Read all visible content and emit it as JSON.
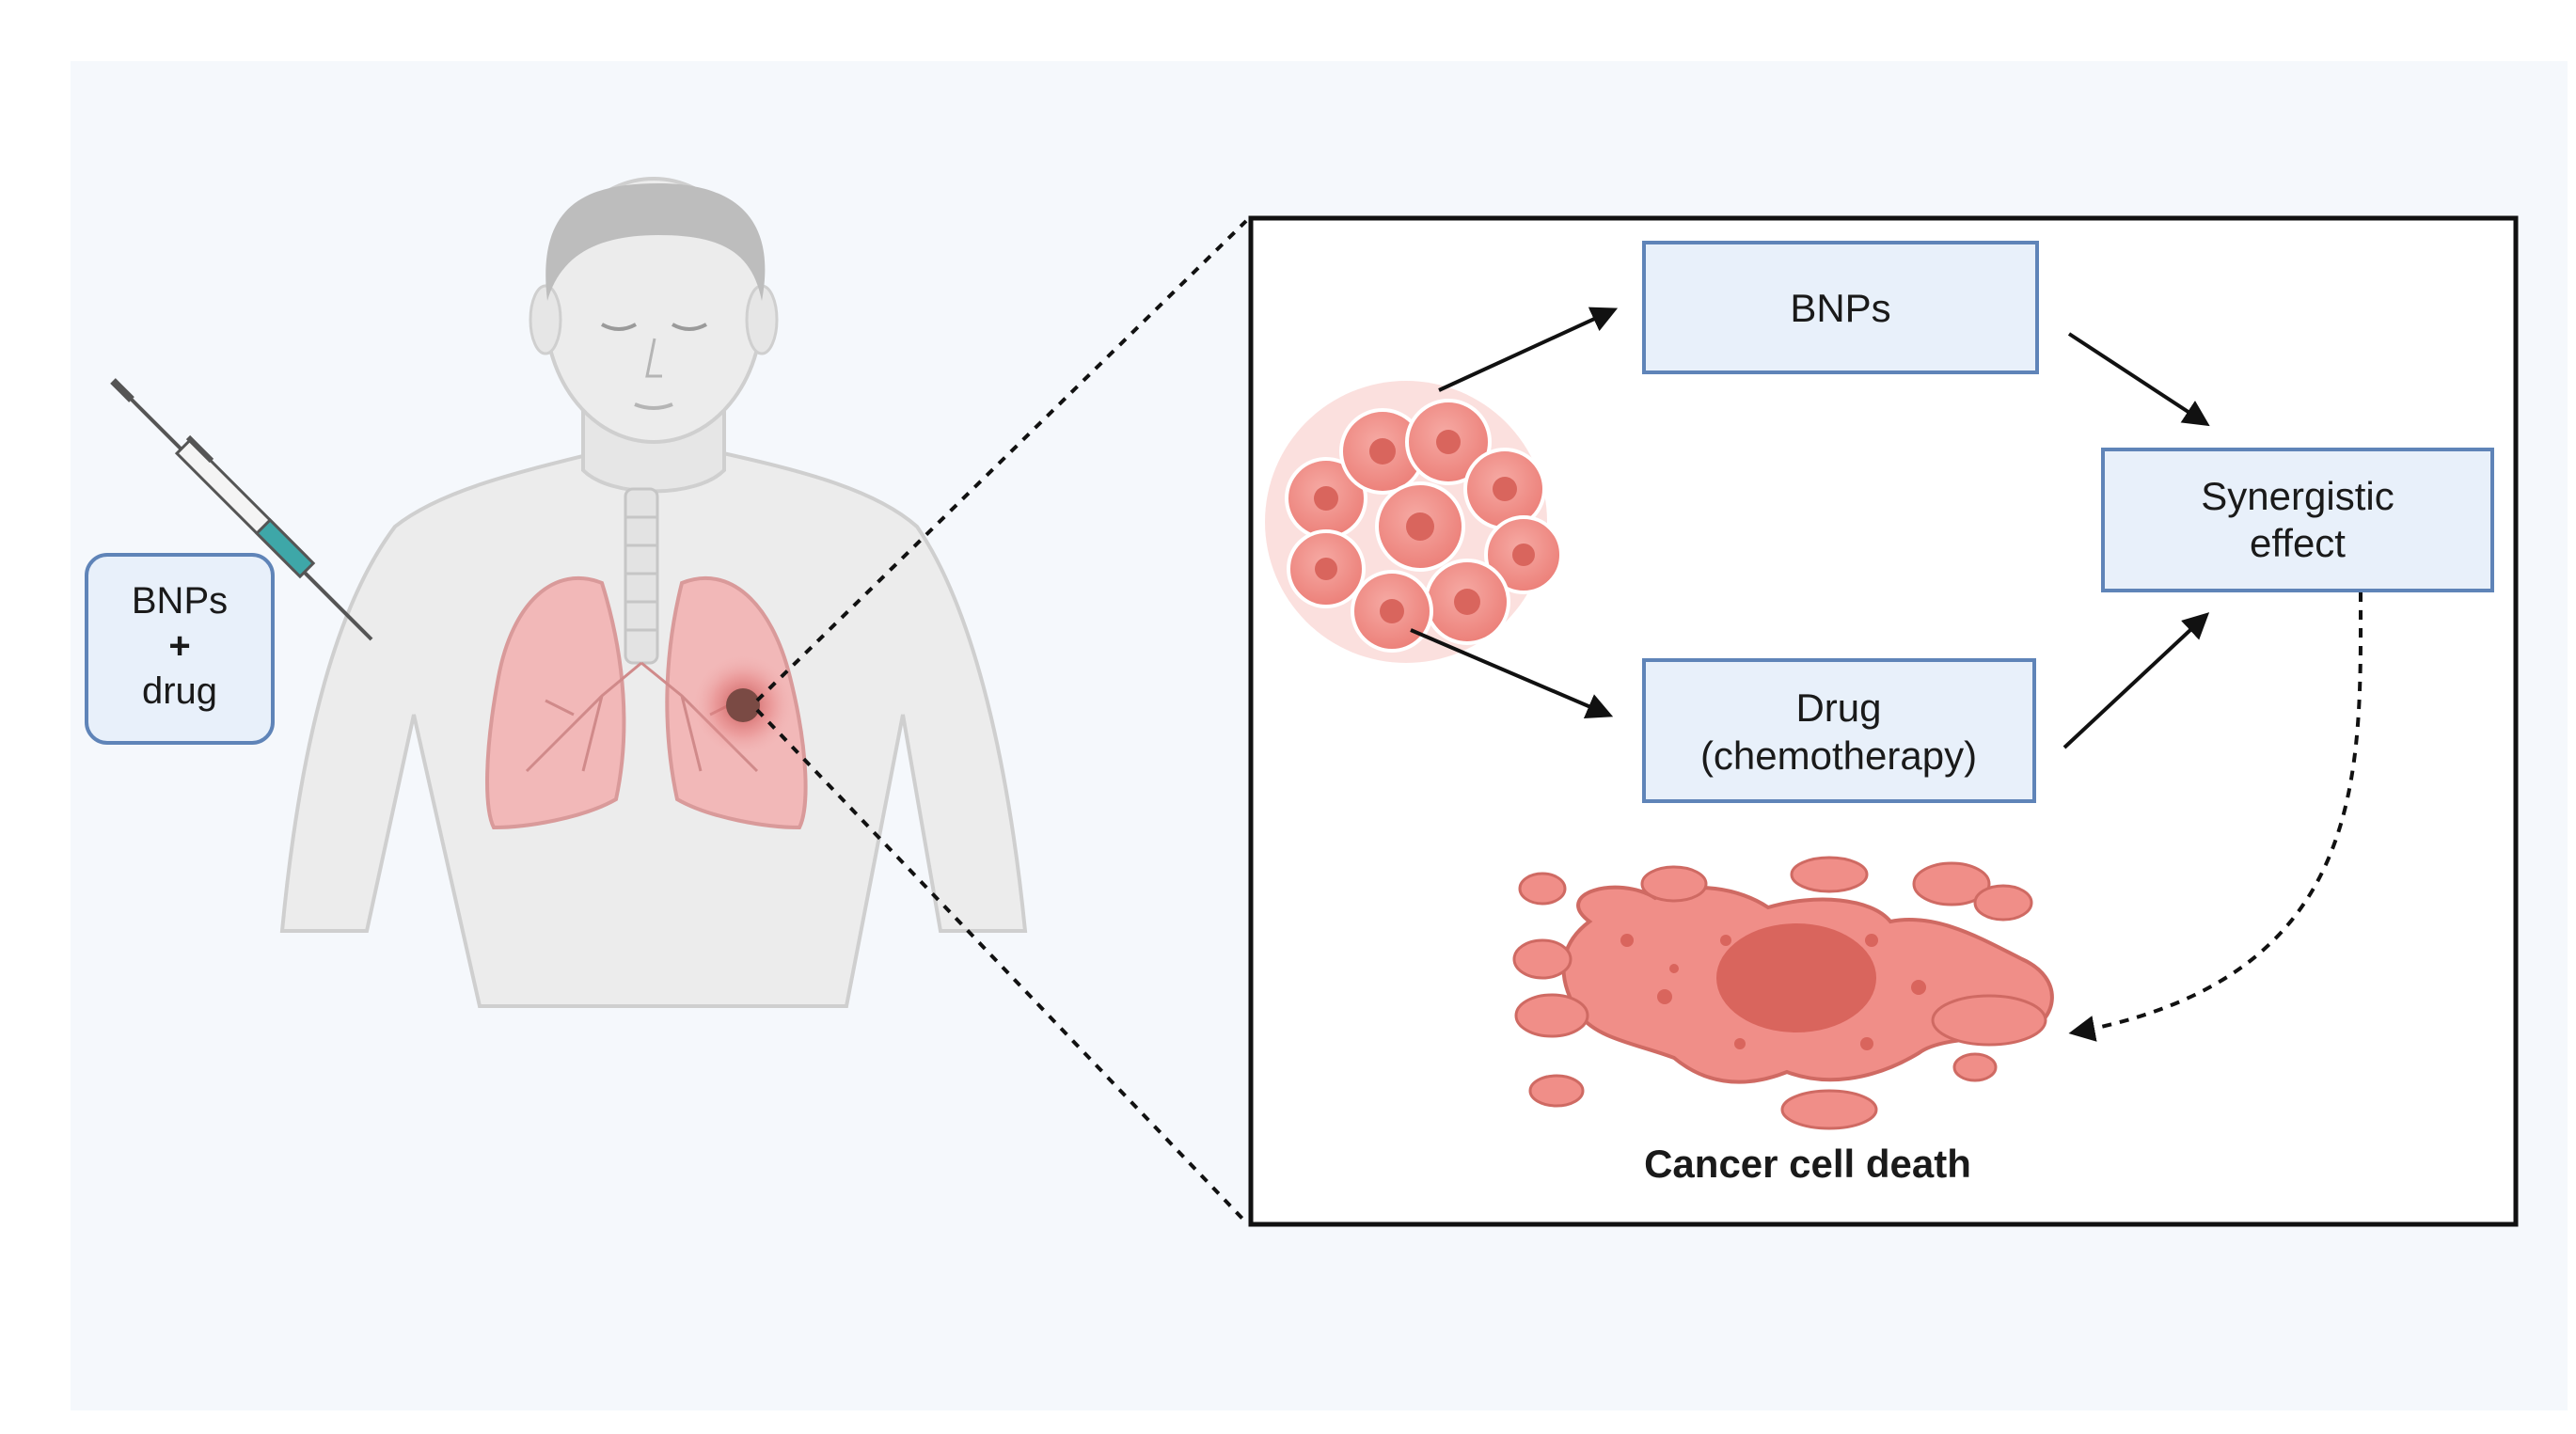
{
  "injection_box": {
    "line1": "BNPs",
    "line2": "+",
    "line3": "drug"
  },
  "flow": {
    "bnps_label": "BNPs",
    "drug_label_line1": "Drug",
    "drug_label_line2": "(chemotherapy)",
    "synergy_label_line1": "Synergistic",
    "synergy_label_line2": "effect",
    "death_label": "Cancer cell death"
  },
  "colors": {
    "background": "#f5f8fc",
    "box_fill": "#e8f0fa",
    "box_stroke": "#5f84b8",
    "lung_fill": "#f2b8b8",
    "lung_stroke": "#d99a9a",
    "cell_fill": "#f08e88",
    "cell_nucleus": "#d9655d",
    "body_fill": "#ececec",
    "body_stroke": "#cfcfcf",
    "tumor": "#7a4a44"
  },
  "icons": [
    "syringe-icon",
    "human-torso-icon",
    "lungs-icon",
    "tumor-icon",
    "cancer-cell-cluster-icon",
    "dead-cell-icon"
  ]
}
